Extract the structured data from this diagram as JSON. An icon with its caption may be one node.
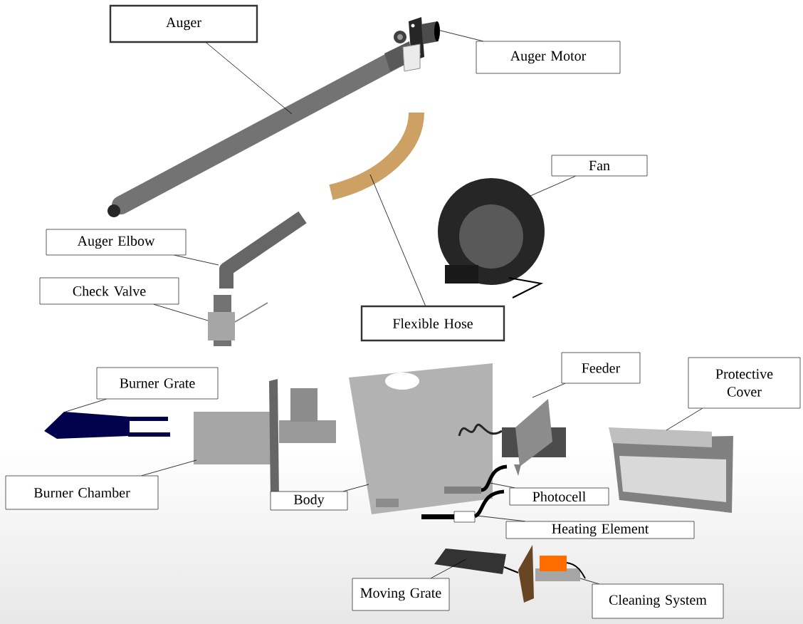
{
  "diagram": {
    "nodes": [
      {
        "text": [
          "Auger"
        ]
      },
      {
        "text": [
          "Auger Motor"
        ]
      },
      {
        "text": [
          "Fan"
        ]
      },
      {
        "text": [
          "Auger Elbow"
        ]
      },
      {
        "text": [
          "Check Valve"
        ]
      },
      {
        "text": [
          "Flexible Hose"
        ]
      },
      {
        "text": [
          "Burner Grate"
        ]
      },
      {
        "text": [
          "Feeder"
        ]
      },
      {
        "text": [
          "Protective Cover"
        ]
      },
      {
        "text": [
          "Burner Chamber"
        ]
      },
      {
        "text": [
          "Body"
        ]
      },
      {
        "text": [
          "Photocell"
        ]
      },
      {
        "text": [
          "Heating Element"
        ]
      },
      {
        "text": [
          "Moving Grate"
        ]
      },
      {
        "text": [
          "Cleaning System"
        ]
      },
      {
        "text": [],
        "shape": "picture"
      },
      {
        "text": [],
        "shape": "picture"
      },
      {
        "text": [],
        "shape": "picture"
      },
      {
        "text": [],
        "shape": "picture"
      },
      {
        "text": [],
        "shape": "picture"
      },
      {
        "text": [],
        "shape": "picture"
      },
      {
        "text": [],
        "shape": "picture"
      },
      {
        "text": [],
        "shape": "picture"
      },
      {
        "text": [],
        "shape": "picture"
      },
      {
        "text": [],
        "shape": "picture"
      },
      {
        "text": [],
        "shape": "picture"
      },
      {
        "text": [],
        "shape": "picture"
      },
      {
        "text": [],
        "shape": "picture"
      },
      {
        "text": [],
        "shape": "picture"
      },
      {
        "text": [],
        "shape": "picture"
      }
    ],
    "edges": [
      {
        "from": 0,
        "to": 15,
        "arrow": "none"
      },
      {
        "from": 1,
        "to": 16,
        "arrow": "none"
      },
      {
        "from": 2,
        "to": 18,
        "arrow": "none"
      },
      {
        "from": 3,
        "to": 19,
        "arrow": "none"
      },
      {
        "from": 4,
        "to": 20,
        "arrow": "none"
      },
      {
        "from": 5,
        "to": 17,
        "arrow": "none"
      },
      {
        "from": 6,
        "to": 21,
        "arrow": "none"
      },
      {
        "from": 7,
        "to": 24,
        "arrow": "none"
      },
      {
        "from": 8,
        "to": 25,
        "arrow": "none"
      },
      {
        "from": 9,
        "to": 22,
        "arrow": "none"
      },
      {
        "from": 10,
        "to": 23,
        "arrow": "none"
      },
      {
        "from": 11,
        "to": 26,
        "arrow": "none"
      },
      {
        "from": 12,
        "to": 27,
        "arrow": "none"
      },
      {
        "from": 13,
        "to": 28,
        "arrow": "none"
      },
      {
        "from": 14,
        "to": 29,
        "arrow": "none"
      }
    ]
  }
}
